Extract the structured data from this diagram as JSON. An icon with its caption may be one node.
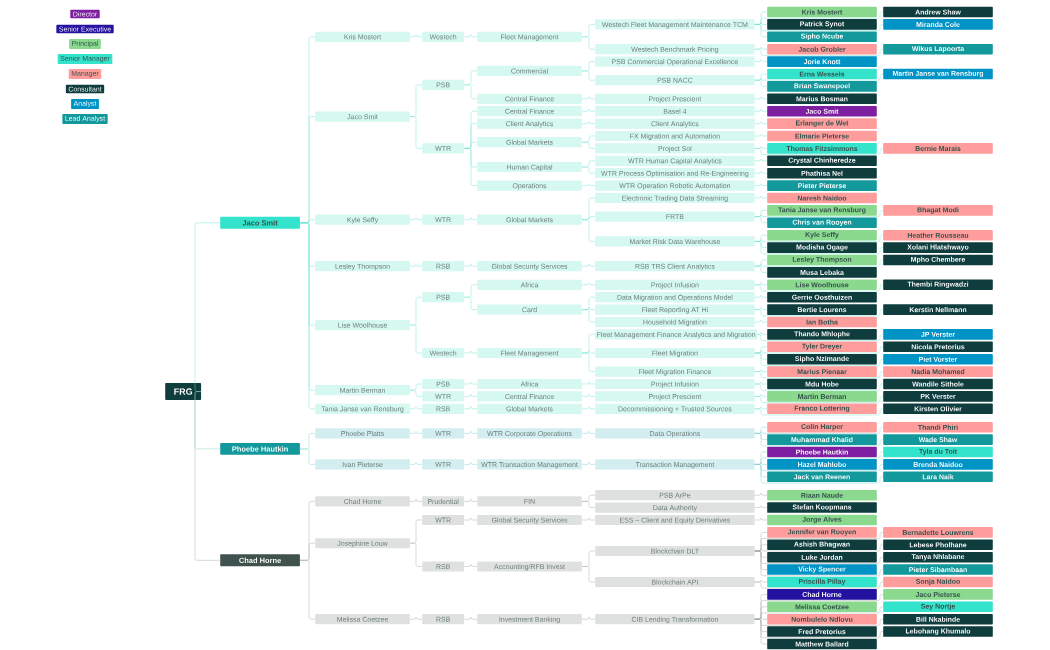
{
  "diagram": {
    "nodes": [
      {
        "text": [
          "FRG"
        ]
      },
      {
        "text": [
          "Jaco Smit"
        ]
      },
      {
        "text": [
          "Kris Mostert"
        ]
      },
      {
        "text": [
          "Westech"
        ]
      },
      {
        "text": [
          "Fleet Management"
        ]
      },
      {
        "text": [
          "Westech Fleet Management Maintenance TCM"
        ]
      },
      {
        "text": [
          "Kris Mostert"
        ]
      },
      {
        "text": [
          "Andrew Shaw"
        ]
      },
      {
        "text": [
          "Patrick Synot"
        ]
      },
      {
        "text": [
          "Miranda Cole"
        ]
      },
      {
        "text": [
          "Sipho Ncube"
        ]
      },
      {
        "text": [
          "Westech Benchmark Pricing"
        ]
      },
      {
        "text": [
          "Jacob Grobler"
        ]
      },
      {
        "text": [
          "Wikus Lapoorta"
        ]
      },
      {
        "text": [
          "Jaco Smit"
        ]
      },
      {
        "text": [
          "PSB"
        ]
      },
      {
        "text": [
          "Commercial"
        ]
      },
      {
        "text": [
          "PSB Commercial Operational Excellence"
        ]
      },
      {
        "text": [
          "Jorie Knott"
        ]
      },
      {
        "text": [
          "PSB NACC"
        ]
      },
      {
        "text": [
          "Erna Wessels"
        ]
      },
      {
        "text": [
          "Martin Janse van Rensburg"
        ]
      },
      {
        "text": [
          "Brian Swanepoel"
        ]
      },
      {
        "text": [
          "Central Finance"
        ]
      },
      {
        "text": [
          "Project Prescient"
        ]
      },
      {
        "text": [
          "Marius Bosman"
        ]
      },
      {
        "text": [
          "WTR"
        ]
      },
      {
        "text": [
          "Central Finance"
        ]
      },
      {
        "text": [
          "Basel 4"
        ]
      },
      {
        "text": [
          "Jaco Smit"
        ]
      },
      {
        "text": [
          "Client Analytics"
        ]
      },
      {
        "text": [
          "Client Analytics"
        ]
      },
      {
        "text": [
          "Erlanger de Wet"
        ]
      },
      {
        "text": [
          "Global Markets"
        ]
      },
      {
        "text": [
          "FX Migration and Automation"
        ]
      },
      {
        "text": [
          "Elmarie Pieterse"
        ]
      },
      {
        "text": [
          "Project Sol"
        ]
      },
      {
        "text": [
          "Thomas Fitzsimmons"
        ]
      },
      {
        "text": [
          "Bernie Marais"
        ]
      },
      {
        "text": [
          "Human Capital"
        ]
      },
      {
        "text": [
          "WTR Human Capital Analytics"
        ]
      },
      {
        "text": [
          "Crystal Chinheredze"
        ]
      },
      {
        "text": [
          "WTR Process Optimisation and Re-Engineering"
        ]
      },
      {
        "text": [
          "Phathisa Nel"
        ]
      },
      {
        "text": [
          "Operations"
        ]
      },
      {
        "text": [
          "WTR Operation Robotic Automation"
        ]
      },
      {
        "text": [
          "Pieter Pieterse"
        ]
      },
      {
        "text": [
          "Kyle Seffy"
        ]
      },
      {
        "text": [
          "WTR"
        ]
      },
      {
        "text": [
          "Global Markets"
        ]
      },
      {
        "text": [
          "Electronic Trading Data Streaming"
        ]
      },
      {
        "text": [
          "Naresh Naidoo"
        ]
      },
      {
        "text": [
          "FRTB"
        ]
      },
      {
        "text": [
          "Tania Janse van Rensburg"
        ]
      },
      {
        "text": [
          "Bhagat Modi"
        ]
      },
      {
        "text": [
          "Chris van Rooyen"
        ]
      },
      {
        "text": [
          "Market Risk Data Warehouse"
        ]
      },
      {
        "text": [
          "Kyle Seffy"
        ]
      },
      {
        "text": [
          "Heather Rousseau"
        ]
      },
      {
        "text": [
          "Modisha Ogage"
        ]
      },
      {
        "text": [
          "Xolani Hlatshwayo"
        ]
      },
      {
        "text": [
          "Lesley Thompson"
        ]
      },
      {
        "text": [
          "RSB"
        ]
      },
      {
        "text": [
          "Global Security Services"
        ]
      },
      {
        "text": [
          "RSB TRS Client Analytics"
        ]
      },
      {
        "text": [
          "Lesley Thompson"
        ]
      },
      {
        "text": [
          "Mpho Chembere"
        ]
      },
      {
        "text": [
          "Musa Lebaka"
        ]
      },
      {
        "text": [
          "Lise Woolhouse"
        ]
      },
      {
        "text": [
          "PSB"
        ]
      },
      {
        "text": [
          "Africa"
        ]
      },
      {
        "text": [
          "Project Infusion"
        ]
      },
      {
        "text": [
          "Lise Woolhouse"
        ]
      },
      {
        "text": [
          "Thembi Ringwadzi"
        ]
      },
      {
        "text": [
          "Card"
        ]
      },
      {
        "text": [
          "Data Migration and Operations Model"
        ]
      },
      {
        "text": [
          "Gerrie Oosthuizen"
        ]
      },
      {
        "text": [
          "Fleet Reporting AT Hi"
        ]
      },
      {
        "text": [
          "Bertie Lourens"
        ]
      },
      {
        "text": [
          "Kerstin Nellmann"
        ]
      },
      {
        "text": [
          "Household Migration"
        ]
      },
      {
        "text": [
          "Ian Botha"
        ]
      },
      {
        "text": [
          "Westech"
        ]
      },
      {
        "text": [
          "Fleet Management"
        ]
      },
      {
        "text": [
          "Fleet Management Finance Analytics and Migration"
        ]
      },
      {
        "text": [
          "Thando Mhlophe"
        ]
      },
      {
        "text": [
          "JP Verster"
        ]
      },
      {
        "text": [
          "Fleet Migration"
        ]
      },
      {
        "text": [
          "Tyler Dreyer"
        ]
      },
      {
        "text": [
          "Nicola Pretorius"
        ]
      },
      {
        "text": [
          "Sipho Nzimande"
        ]
      },
      {
        "text": [
          "Piet Vorster"
        ]
      },
      {
        "text": [
          "Fleet Migration Finance"
        ]
      },
      {
        "text": [
          "Marius Pienaar"
        ]
      },
      {
        "text": [
          "Nadia Mohamed"
        ]
      },
      {
        "text": [
          "Martin Berman"
        ]
      },
      {
        "text": [
          "PSB"
        ]
      },
      {
        "text": [
          "Africa"
        ]
      },
      {
        "text": [
          "Project Infusion"
        ]
      },
      {
        "text": [
          "Mdu Hobe"
        ]
      },
      {
        "text": [
          "Wandile Sithole"
        ]
      },
      {
        "text": [
          "WTR"
        ]
      },
      {
        "text": [
          "Central Finance"
        ]
      },
      {
        "text": [
          "Project Prescient"
        ]
      },
      {
        "text": [
          "Martin Berman"
        ]
      },
      {
        "text": [
          "PK Verster"
        ]
      },
      {
        "text": [
          "Tania Janse van Rensburg"
        ]
      },
      {
        "text": [
          "RSB"
        ]
      },
      {
        "text": [
          "Global Markets"
        ]
      },
      {
        "text": [
          "Decommissioning + Trusted Sources"
        ]
      },
      {
        "text": [
          "Franco Lottering"
        ]
      },
      {
        "text": [
          "Kirsten Olivier"
        ]
      },
      {
        "text": [
          "Phoebe Hautkin"
        ]
      },
      {
        "text": [
          "Phoebe Platts"
        ]
      },
      {
        "text": [
          "WTR"
        ]
      },
      {
        "text": [
          "WTR Corporate Operations"
        ]
      },
      {
        "text": [
          "Data Operations"
        ]
      },
      {
        "text": [
          "Colin Harper"
        ]
      },
      {
        "text": [
          "Thandi Phiri"
        ]
      },
      {
        "text": [
          "Muhammad Khalid"
        ]
      },
      {
        "text": [
          "Wade Shaw"
        ]
      },
      {
        "text": [
          "Ivan Pieterse"
        ]
      },
      {
        "text": [
          "WTR"
        ]
      },
      {
        "text": [
          "WTR Transaction Management"
        ]
      },
      {
        "text": [
          "Transaction Management"
        ]
      },
      {
        "text": [
          "Phoebe Hautkin"
        ]
      },
      {
        "text": [
          "Tyla du Toit"
        ]
      },
      {
        "text": [
          "Hazel Mahlobo"
        ]
      },
      {
        "text": [
          "Brenda Naidoo"
        ]
      },
      {
        "text": [
          "Jack van Reenen"
        ]
      },
      {
        "text": [
          "Lara Naik"
        ]
      },
      {
        "text": [
          "Chad Horne"
        ]
      },
      {
        "text": [
          "Chad Horne"
        ]
      },
      {
        "text": [
          "Prudential"
        ]
      },
      {
        "text": [
          "FIN"
        ]
      },
      {
        "text": [
          "PSB ArPe"
        ]
      },
      {
        "text": [
          "Riaan Naude"
        ]
      },
      {
        "text": [
          "Data Authority"
        ]
      },
      {
        "text": [
          "Stefan Koopmans"
        ]
      },
      {
        "text": [
          "Josephine Louw"
        ]
      },
      {
        "text": [
          "WTR"
        ]
      },
      {
        "text": [
          "Global Security Services"
        ]
      },
      {
        "text": [
          "ESS – Client and Equity Derivatives"
        ]
      },
      {
        "text": [
          "Jorge Alves"
        ]
      },
      {
        "text": [
          "RSB"
        ]
      },
      {
        "text": [
          "Accounting/RFB Invest"
        ]
      },
      {
        "text": [
          "Blockchain DLT"
        ]
      },
      {
        "text": [
          "Jennifer van Rooyen"
        ]
      },
      {
        "text": [
          "Bernadette Louwrens"
        ]
      },
      {
        "text": [
          "Ashish Bhagwan"
        ]
      },
      {
        "text": [
          "Lebese Pholhane"
        ]
      },
      {
        "text": [
          "Luke Jordan"
        ]
      },
      {
        "text": [
          "Tanya Nhlabane"
        ]
      },
      {
        "text": [
          "Vicky Spencer"
        ]
      },
      {
        "text": [
          "Pieter Sibambaan"
        ]
      },
      {
        "text": [
          "Blockchain API"
        ]
      },
      {
        "text": [
          "Priscilla Pillay"
        ]
      },
      {
        "text": [
          "Sonja Naidoo"
        ]
      },
      {
        "text": [
          "Melissa Coetzee"
        ]
      },
      {
        "text": [
          "RSB"
        ]
      },
      {
        "text": [
          "Investment Banking"
        ]
      },
      {
        "text": [
          "CIB Lending Transformation"
        ]
      },
      {
        "text": [
          "Chad Horne"
        ]
      },
      {
        "text": [
          "Jaco Pieterse"
        ]
      },
      {
        "text": [
          "Melissa Coetzee"
        ]
      },
      {
        "text": [
          "Sey Nortje"
        ]
      },
      {
        "text": [
          "Nombulelo Ndlovu"
        ]
      },
      {
        "text": [
          "Bill Nkabinde"
        ]
      },
      {
        "text": [
          "Fred Pretorius"
        ]
      },
      {
        "text": [
          "Lebohang Khumalo"
        ]
      },
      {
        "text": [
          "Matthew Ballard"
        ]
      }
    ],
    "edges": [
      {
        "from": 0,
        "to": 1,
        "arrow": "none"
      },
      {
        "from": 1,
        "to": 2,
        "arrow": "none"
      },
      {
        "from": 2,
        "to": 3,
        "arrow": "none"
      },
      {
        "from": 3,
        "to": 4,
        "arrow": "none"
      },
      {
        "from": 4,
        "to": 5,
        "arrow": "none"
      },
      {
        "from": 5,
        "to": 6,
        "arrow": "none"
      },
      {
        "from": 5,
        "to": 7,
        "arrow": "none"
      },
      {
        "from": 5,
        "to": 8,
        "arrow": "none"
      },
      {
        "from": 5,
        "to": 9,
        "arrow": "none"
      },
      {
        "from": 5,
        "to": 10,
        "arrow": "none"
      },
      {
        "from": 4,
        "to": 11,
        "arrow": "none"
      },
      {
        "from": 11,
        "to": 12,
        "arrow": "none"
      },
      {
        "from": 11,
        "to": 13,
        "arrow": "none"
      },
      {
        "from": 1,
        "to": 14,
        "arrow": "none"
      },
      {
        "from": 14,
        "to": 15,
        "arrow": "none"
      },
      {
        "from": 15,
        "to": 16,
        "arrow": "none"
      },
      {
        "from": 16,
        "to": 17,
        "arrow": "none"
      },
      {
        "from": 17,
        "to": 18,
        "arrow": "none"
      },
      {
        "from": 16,
        "to": 19,
        "arrow": "none"
      },
      {
        "from": 19,
        "to": 20,
        "arrow": "none"
      },
      {
        "from": 19,
        "to": 21,
        "arrow": "none"
      },
      {
        "from": 19,
        "to": 22,
        "arrow": "none"
      },
      {
        "from": 15,
        "to": 23,
        "arrow": "none"
      },
      {
        "from": 23,
        "to": 24,
        "arrow": "none"
      },
      {
        "from": 24,
        "to": 25,
        "arrow": "none"
      },
      {
        "from": 14,
        "to": 26,
        "arrow": "none"
      },
      {
        "from": 26,
        "to": 27,
        "arrow": "none"
      },
      {
        "from": 27,
        "to": 28,
        "arrow": "none"
      },
      {
        "from": 28,
        "to": 29,
        "arrow": "none"
      },
      {
        "from": 26,
        "to": 30,
        "arrow": "none"
      },
      {
        "from": 30,
        "to": 31,
        "arrow": "none"
      },
      {
        "from": 31,
        "to": 32,
        "arrow": "none"
      },
      {
        "from": 26,
        "to": 33,
        "arrow": "none"
      },
      {
        "from": 33,
        "to": 34,
        "arrow": "none"
      },
      {
        "from": 34,
        "to": 35,
        "arrow": "none"
      },
      {
        "from": 33,
        "to": 36,
        "arrow": "none"
      },
      {
        "from": 36,
        "to": 37,
        "arrow": "none"
      },
      {
        "from": 36,
        "to": 38,
        "arrow": "none"
      },
      {
        "from": 26,
        "to": 39,
        "arrow": "none"
      },
      {
        "from": 39,
        "to": 40,
        "arrow": "none"
      },
      {
        "from": 40,
        "to": 41,
        "arrow": "none"
      },
      {
        "from": 39,
        "to": 42,
        "arrow": "none"
      },
      {
        "from": 42,
        "to": 43,
        "arrow": "none"
      },
      {
        "from": 26,
        "to": 44,
        "arrow": "none"
      },
      {
        "from": 44,
        "to": 45,
        "arrow": "none"
      },
      {
        "from": 45,
        "to": 46,
        "arrow": "none"
      },
      {
        "from": 1,
        "to": 47,
        "arrow": "none"
      },
      {
        "from": 47,
        "to": 48,
        "arrow": "none"
      },
      {
        "from": 48,
        "to": 49,
        "arrow": "none"
      },
      {
        "from": 49,
        "to": 50,
        "arrow": "none"
      },
      {
        "from": 50,
        "to": 51,
        "arrow": "none"
      },
      {
        "from": 49,
        "to": 52,
        "arrow": "none"
      },
      {
        "from": 52,
        "to": 53,
        "arrow": "none"
      },
      {
        "from": 52,
        "to": 54,
        "arrow": "none"
      },
      {
        "from": 52,
        "to": 55,
        "arrow": "none"
      },
      {
        "from": 49,
        "to": 56,
        "arrow": "none"
      },
      {
        "from": 56,
        "to": 57,
        "arrow": "none"
      },
      {
        "from": 56,
        "to": 58,
        "arrow": "none"
      },
      {
        "from": 56,
        "to": 59,
        "arrow": "none"
      },
      {
        "from": 56,
        "to": 60,
        "arrow": "none"
      },
      {
        "from": 1,
        "to": 61,
        "arrow": "none"
      },
      {
        "from": 61,
        "to": 62,
        "arrow": "none"
      },
      {
        "from": 62,
        "to": 63,
        "arrow": "none"
      },
      {
        "from": 63,
        "to": 64,
        "arrow": "none"
      },
      {
        "from": 64,
        "to": 65,
        "arrow": "none"
      },
      {
        "from": 64,
        "to": 66,
        "arrow": "none"
      },
      {
        "from": 64,
        "to": 67,
        "arrow": "none"
      },
      {
        "from": 1,
        "to": 68,
        "arrow": "none"
      },
      {
        "from": 68,
        "to": 69,
        "arrow": "none"
      },
      {
        "from": 69,
        "to": 70,
        "arrow": "none"
      },
      {
        "from": 70,
        "to": 71,
        "arrow": "none"
      },
      {
        "from": 71,
        "to": 72,
        "arrow": "none"
      },
      {
        "from": 71,
        "to": 73,
        "arrow": "none"
      },
      {
        "from": 69,
        "to": 74,
        "arrow": "none"
      },
      {
        "from": 74,
        "to": 75,
        "arrow": "none"
      },
      {
        "from": 75,
        "to": 76,
        "arrow": "none"
      },
      {
        "from": 74,
        "to": 77,
        "arrow": "none"
      },
      {
        "from": 77,
        "to": 78,
        "arrow": "none"
      },
      {
        "from": 77,
        "to": 79,
        "arrow": "none"
      },
      {
        "from": 74,
        "to": 80,
        "arrow": "none"
      },
      {
        "from": 80,
        "to": 81,
        "arrow": "none"
      },
      {
        "from": 68,
        "to": 82,
        "arrow": "none"
      },
      {
        "from": 82,
        "to": 83,
        "arrow": "none"
      },
      {
        "from": 83,
        "to": 84,
        "arrow": "none"
      },
      {
        "from": 84,
        "to": 85,
        "arrow": "none"
      },
      {
        "from": 84,
        "to": 86,
        "arrow": "none"
      },
      {
        "from": 83,
        "to": 87,
        "arrow": "none"
      },
      {
        "from": 87,
        "to": 88,
        "arrow": "none"
      },
      {
        "from": 87,
        "to": 89,
        "arrow": "none"
      },
      {
        "from": 87,
        "to": 90,
        "arrow": "none"
      },
      {
        "from": 87,
        "to": 91,
        "arrow": "none"
      },
      {
        "from": 83,
        "to": 92,
        "arrow": "none"
      },
      {
        "from": 92,
        "to": 93,
        "arrow": "none"
      },
      {
        "from": 92,
        "to": 94,
        "arrow": "none"
      },
      {
        "from": 1,
        "to": 95,
        "arrow": "none"
      },
      {
        "from": 95,
        "to": 96,
        "arrow": "none"
      },
      {
        "from": 96,
        "to": 97,
        "arrow": "none"
      },
      {
        "from": 97,
        "to": 98,
        "arrow": "none"
      },
      {
        "from": 98,
        "to": 99,
        "arrow": "none"
      },
      {
        "from": 98,
        "to": 100,
        "arrow": "none"
      },
      {
        "from": 95,
        "to": 101,
        "arrow": "none"
      },
      {
        "from": 101,
        "to": 102,
        "arrow": "none"
      },
      {
        "from": 102,
        "to": 103,
        "arrow": "none"
      },
      {
        "from": 103,
        "to": 104,
        "arrow": "none"
      },
      {
        "from": 103,
        "to": 105,
        "arrow": "none"
      },
      {
        "from": 1,
        "to": 106,
        "arrow": "none"
      },
      {
        "from": 106,
        "to": 107,
        "arrow": "none"
      },
      {
        "from": 107,
        "to": 108,
        "arrow": "none"
      },
      {
        "from": 108,
        "to": 109,
        "arrow": "none"
      },
      {
        "from": 109,
        "to": 110,
        "arrow": "none"
      },
      {
        "from": 109,
        "to": 111,
        "arrow": "none"
      },
      {
        "from": 0,
        "to": 112,
        "arrow": "none",
        "color": "#7fcfd1"
      },
      {
        "from": 112,
        "to": 113,
        "arrow": "none",
        "color": "#7fcfd1"
      },
      {
        "from": 113,
        "to": 114,
        "arrow": "none",
        "color": "#7fcfd1"
      },
      {
        "from": 114,
        "to": 115,
        "arrow": "none",
        "color": "#7fcfd1"
      },
      {
        "from": 115,
        "to": 116,
        "arrow": "none",
        "color": "#7fcfd1"
      },
      {
        "from": 116,
        "to": 117,
        "arrow": "none",
        "color": "#7fcfd1"
      },
      {
        "from": 116,
        "to": 118,
        "arrow": "none",
        "color": "#7fcfd1"
      },
      {
        "from": 116,
        "to": 119,
        "arrow": "none",
        "color": "#7fcfd1"
      },
      {
        "from": 116,
        "to": 120,
        "arrow": "none",
        "color": "#7fcfd1"
      },
      {
        "from": 112,
        "to": 121,
        "arrow": "none",
        "color": "#7fcfd1"
      },
      {
        "from": 121,
        "to": 122,
        "arrow": "none",
        "color": "#7fcfd1"
      },
      {
        "from": 122,
        "to": 123,
        "arrow": "none",
        "color": "#7fcfd1"
      },
      {
        "from": 123,
        "to": 124,
        "arrow": "none",
        "color": "#7fcfd1"
      },
      {
        "from": 124,
        "to": 125,
        "arrow": "none",
        "color": "#7fcfd1"
      },
      {
        "from": 124,
        "to": 126,
        "arrow": "none",
        "color": "#7fcfd1"
      },
      {
        "from": 124,
        "to": 127,
        "arrow": "none",
        "color": "#7fcfd1"
      },
      {
        "from": 124,
        "to": 128,
        "arrow": "none",
        "color": "#7fcfd1"
      },
      {
        "from": 124,
        "to": 129,
        "arrow": "none",
        "color": "#7fcfd1"
      },
      {
        "from": 124,
        "to": 130,
        "arrow": "none",
        "color": "#7fcfd1"
      },
      {
        "from": 0,
        "to": 131,
        "arrow": "none",
        "color": "#a3a9a8"
      },
      {
        "from": 131,
        "to": 132,
        "arrow": "none",
        "color": "#a3a9a8"
      },
      {
        "from": 132,
        "to": 133,
        "arrow": "none",
        "color": "#a3a9a8"
      },
      {
        "from": 133,
        "to": 134,
        "arrow": "none",
        "color": "#a3a9a8"
      },
      {
        "from": 134,
        "to": 135,
        "arrow": "none",
        "color": "#a3a9a8"
      },
      {
        "from": 135,
        "to": 136,
        "arrow": "none",
        "color": "#a3a9a8"
      },
      {
        "from": 134,
        "to": 137,
        "arrow": "none",
        "color": "#a3a9a8"
      },
      {
        "from": 137,
        "to": 138,
        "arrow": "none",
        "color": "#a3a9a8"
      },
      {
        "from": 131,
        "to": 139,
        "arrow": "none",
        "color": "#a3a9a8"
      },
      {
        "from": 139,
        "to": 140,
        "arrow": "none",
        "color": "#a3a9a8"
      },
      {
        "from": 140,
        "to": 141,
        "arrow": "none",
        "color": "#a3a9a8"
      },
      {
        "from": 141,
        "to": 142,
        "arrow": "none",
        "color": "#a3a9a8"
      },
      {
        "from": 142,
        "to": 143,
        "arrow": "none",
        "color": "#a3a9a8"
      },
      {
        "from": 139,
        "to": 144,
        "arrow": "none",
        "color": "#a3a9a8"
      },
      {
        "from": 144,
        "to": 145,
        "arrow": "none",
        "color": "#a3a9a8"
      },
      {
        "from": 145,
        "to": 146,
        "arrow": "none",
        "color": "#a3a9a8"
      },
      {
        "from": 146,
        "to": 147,
        "arrow": "none",
        "color": "#a3a9a8"
      },
      {
        "from": 146,
        "to": 148,
        "arrow": "none",
        "color": "#a3a9a8"
      },
      {
        "from": 146,
        "to": 149,
        "arrow": "none",
        "color": "#a3a9a8"
      },
      {
        "from": 146,
        "to": 150,
        "arrow": "none",
        "color": "#a3a9a8"
      },
      {
        "from": 146,
        "to": 151,
        "arrow": "none",
        "color": "#a3a9a8"
      },
      {
        "from": 146,
        "to": 152,
        "arrow": "none",
        "color": "#a3a9a8"
      },
      {
        "from": 146,
        "to": 153,
        "arrow": "none",
        "color": "#a3a9a8"
      },
      {
        "from": 146,
        "to": 154,
        "arrow": "none",
        "color": "#a3a9a8"
      },
      {
        "from": 145,
        "to": 155,
        "arrow": "none",
        "color": "#a3a9a8"
      },
      {
        "from": 155,
        "to": 156,
        "arrow": "none",
        "color": "#a3a9a8"
      },
      {
        "from": 155,
        "to": 157,
        "arrow": "none",
        "color": "#a3a9a8"
      },
      {
        "from": 131,
        "to": 158,
        "arrow": "none",
        "color": "#a3a9a8"
      },
      {
        "from": 158,
        "to": 159,
        "arrow": "none",
        "color": "#a3a9a8"
      },
      {
        "from": 159,
        "to": 160,
        "arrow": "none",
        "color": "#a3a9a8"
      },
      {
        "from": 160,
        "to": 161,
        "arrow": "none",
        "color": "#a3a9a8"
      },
      {
        "from": 161,
        "to": 162,
        "arrow": "none",
        "color": "#a3a9a8"
      },
      {
        "from": 161,
        "to": 163,
        "arrow": "none",
        "color": "#a3a9a8"
      },
      {
        "from": 161,
        "to": 164,
        "arrow": "none",
        "color": "#a3a9a8"
      },
      {
        "from": 161,
        "to": 165,
        "arrow": "none",
        "color": "#a3a9a8"
      },
      {
        "from": 161,
        "to": 166,
        "arrow": "none",
        "color": "#a3a9a8"
      },
      {
        "from": 161,
        "to": 167,
        "arrow": "none",
        "color": "#a3a9a8"
      },
      {
        "from": 161,
        "to": 168,
        "arrow": "none",
        "color": "#a3a9a8"
      },
      {
        "from": 161,
        "to": 169,
        "arrow": "none",
        "color": "#a3a9a8"
      },
      {
        "from": 161,
        "to": 170,
        "arrow": "none",
        "color": "#a3a9a8"
      }
    ],
    "legend": [
      {
        "text": "Director",
        "color": "#7d1fa0"
      },
      {
        "text": "Senior Executive",
        "color": "#2311a0"
      },
      {
        "text": "Principal",
        "color": "#8ad98f"
      },
      {
        "text": "Senior Manager",
        "color": "#33e3cc"
      },
      {
        "text": "Manager",
        "color": "#ff9c9c"
      },
      {
        "text": "Consultant",
        "color": "#0f3d3e"
      },
      {
        "text": "Analyst",
        "color": "#0094c6"
      },
      {
        "text": "Lead Analyst",
        "color": "#13999c"
      }
    ]
  }
}
